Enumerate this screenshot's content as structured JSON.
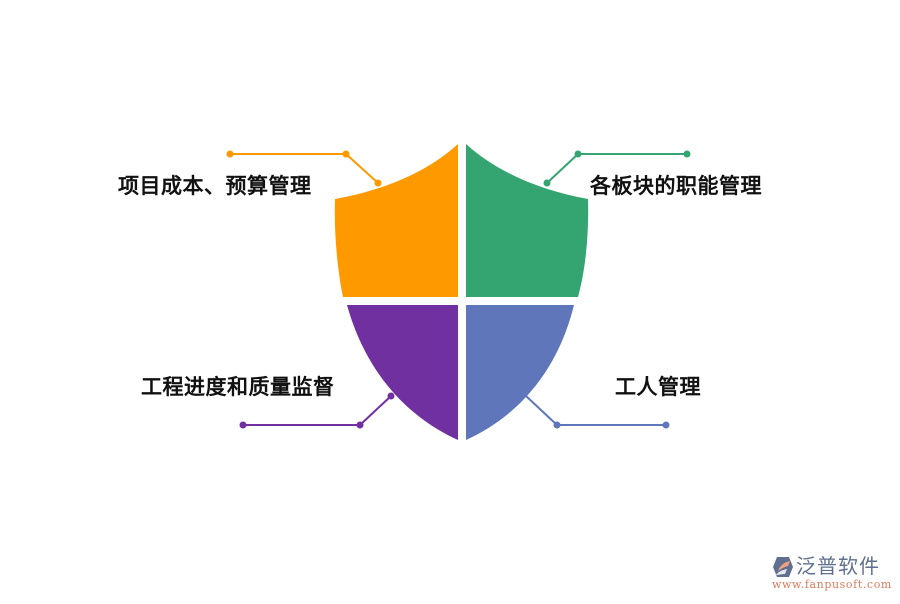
{
  "diagram": {
    "type": "shield-quadrant",
    "quadrants": [
      {
        "position": "top-left",
        "label": "项目成本、预算管理",
        "color": "#FF9900"
      },
      {
        "position": "top-right",
        "label": "各板块的职能管理",
        "color": "#34A570"
      },
      {
        "position": "bottom-left",
        "label": "工程进度和质量监督",
        "color": "#7030A0"
      },
      {
        "position": "bottom-right",
        "label": "工人管理",
        "color": "#5F77BA"
      }
    ]
  },
  "watermark": {
    "icon": "fanpu-logo-icon",
    "name": "泛普软件",
    "url": "www.fanpusoft.com",
    "name_color": "#5f6f8f",
    "url_color": "#e07a5a"
  }
}
